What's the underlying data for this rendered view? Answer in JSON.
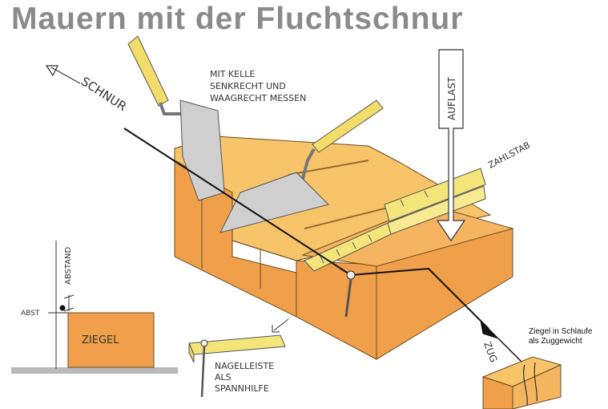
{
  "title": "Mauern mit der Fluchtschnur",
  "labels": {
    "schnur": "SCHNUR",
    "kelle_line1": "MIT KELLE",
    "kelle_line2": "SENKRECHT UND",
    "kelle_line3": "WAAGRECHT MESSEN",
    "auflast": "AUFLAST",
    "zahlstab": "ZAHLSTAB",
    "abstand": "ABSTAND",
    "abst": "ABST",
    "ziegel": "ZIEGEL",
    "nagelleiste_line1": "NAGELLEISTE",
    "nagelleiste_line2": "ALS",
    "nagelleiste_line3": "SPANNHILFE",
    "zug": "ZUG",
    "note_line1": "Ziegel in Schlaufe",
    "note_line2": "als Zuggewicht"
  },
  "colors": {
    "title": "#8a8a8a",
    "brick": "#f0a04a",
    "brick_top": "#f7c46a",
    "brick_light": "#f5b560",
    "ruler": "#f3e57a",
    "handle": "#f2dd6a",
    "trowel": "#cfcfcf",
    "ground": "#b9b9b9",
    "line": "#111111"
  },
  "icons": {
    "arrow_auflast": "arrow-down-icon",
    "arrow_schnur": "arrow-left-icon",
    "arrow_zug": "arrow-down-right-icon",
    "nail": "nail-icon"
  }
}
